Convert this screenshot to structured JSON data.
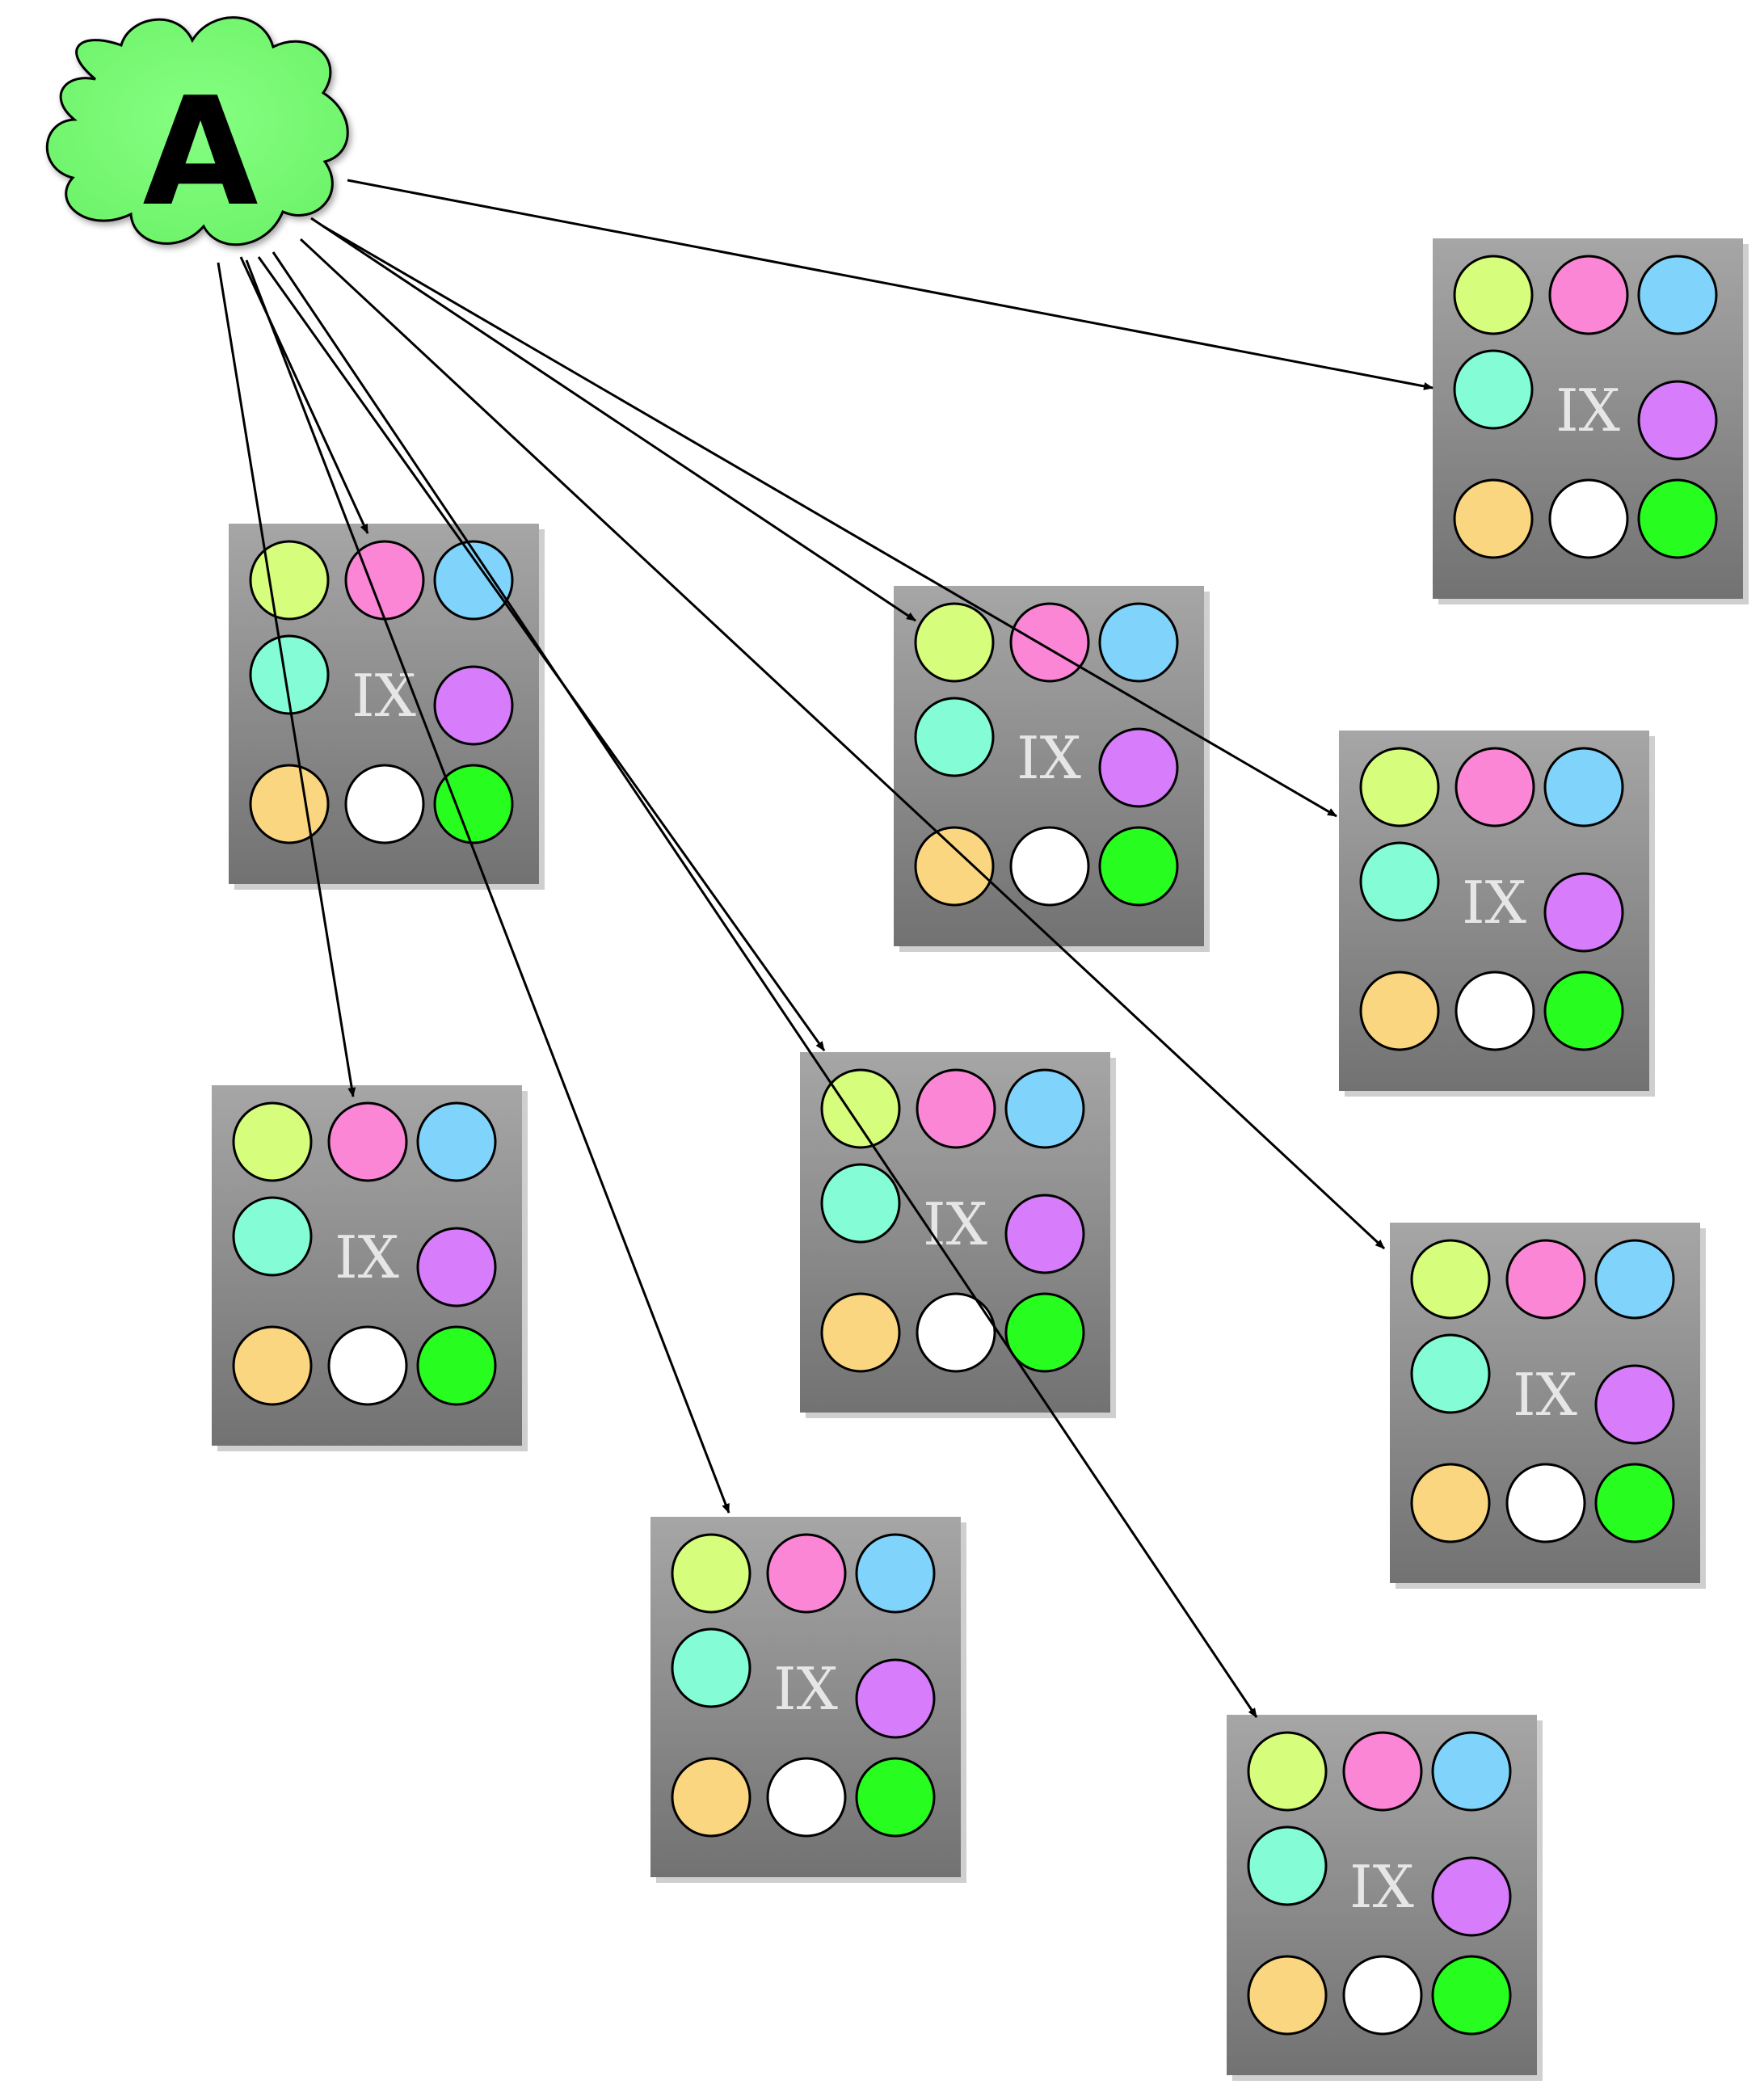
{
  "source_node": {
    "label": "A",
    "shape": "cloud",
    "color": "#7cfc7a"
  },
  "ix_boxes": [
    {
      "id": "box-1",
      "label": "IX"
    },
    {
      "id": "box-2",
      "label": "IX"
    },
    {
      "id": "box-3",
      "label": "IX"
    },
    {
      "id": "box-4",
      "label": "IX"
    },
    {
      "id": "box-5",
      "label": "IX"
    },
    {
      "id": "box-6",
      "label": "IX"
    },
    {
      "id": "box-7",
      "label": "IX"
    },
    {
      "id": "box-8",
      "label": "IX"
    },
    {
      "id": "box-9",
      "label": "IX"
    }
  ],
  "circle_colors": {
    "top_left": "#d6fd7c",
    "top_middle": "#fb86d6",
    "top_right": "#80d3fb",
    "middle_left": "#84fdd6",
    "middle_right": "#d77cfb",
    "bottom_left": "#fad681",
    "bottom_middle": "#ffffff",
    "bottom_right": "#28fd20"
  },
  "edges": [
    {
      "from": "A",
      "to": "box-1"
    },
    {
      "from": "A",
      "to": "box-2"
    },
    {
      "from": "A",
      "to": "box-3"
    },
    {
      "from": "A",
      "to": "box-4"
    },
    {
      "from": "A",
      "to": "box-5"
    },
    {
      "from": "A",
      "to": "box-6"
    },
    {
      "from": "A",
      "to": "box-7"
    },
    {
      "from": "A",
      "to": "box-8"
    },
    {
      "from": "A",
      "to": "box-9"
    }
  ]
}
